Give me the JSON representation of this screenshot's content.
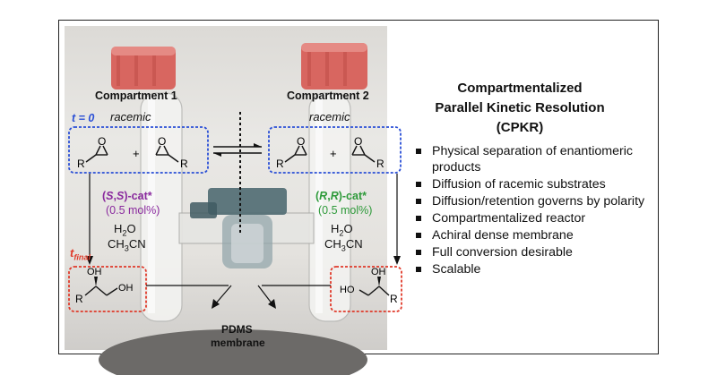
{
  "photo_labels": {
    "compartment1": "Compartment 1",
    "compartment2": "Compartment 2",
    "t0": "t = 0",
    "tfinal_t": "t",
    "tfinal_sub": "final",
    "racemic_left": "racemic",
    "racemic_right": "racemic",
    "membrane_line1": "PDMS",
    "membrane_line2": "membrane"
  },
  "left_conditions": {
    "cat_open": "(",
    "cat_s1": "S",
    "cat_comma": ",",
    "cat_s2": "S",
    "cat_close": ")-cat*",
    "loading": "(0.5 mol%)",
    "solvent1": "H2O",
    "solvent2": "CH3CN"
  },
  "right_conditions": {
    "cat_open": "(",
    "cat_r1": "R",
    "cat_comma": ",",
    "cat_r2": "R",
    "cat_close": ")-cat*",
    "loading": "(0.5 mol%)",
    "solvent1": "H2O",
    "solvent2": "CH3CN"
  },
  "structure_labels": {
    "r": "R",
    "o": "O",
    "oh": "OH",
    "ho": "HO",
    "plus": "+"
  },
  "title": {
    "line1": "Compartmentalized",
    "line2": "Parallel Kinetic Resolution",
    "line3": "(CPKR)"
  },
  "bullets": [
    "Physical separation of enantiomeric products",
    "Diffusion of racemic substrates",
    "Diffusion/retention governs by polarity",
    "Compartmentalized reactor",
    "Achiral dense membrane",
    "Full conversion desirable",
    "Scalable"
  ],
  "colors": {
    "blue_box": "#2a4fd6",
    "red_box": "#e03a2a",
    "purple": "#8a2a9e",
    "green": "#2e9a3a",
    "cap_red": "#d86660"
  }
}
